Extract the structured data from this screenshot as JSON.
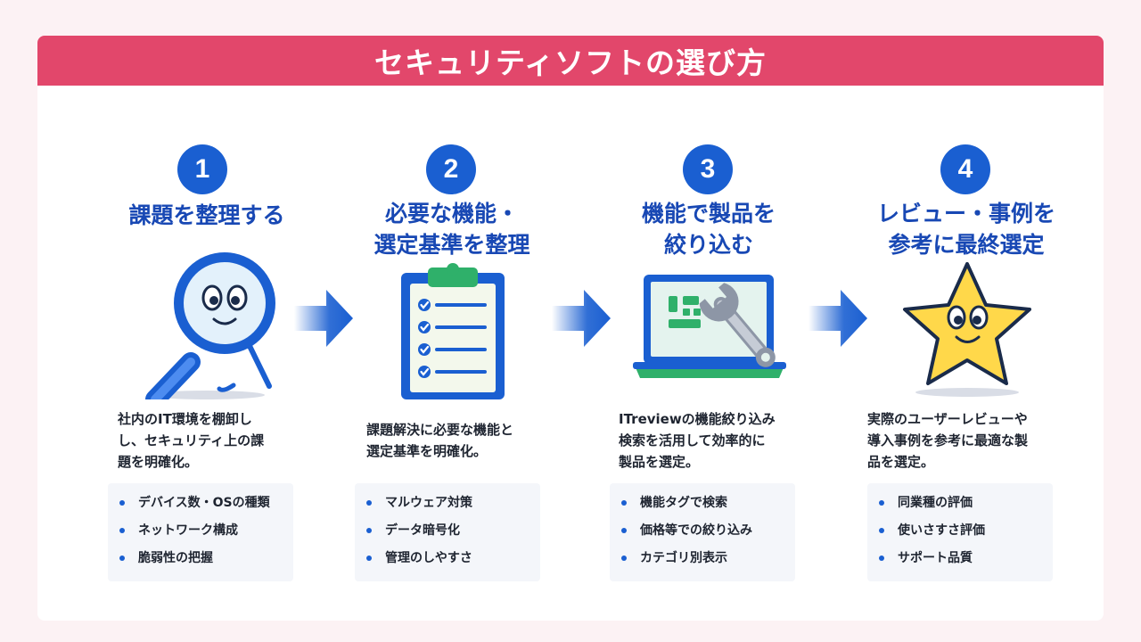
{
  "title": "セキュリティソフトの選び方",
  "colors": {
    "banner": "#e2476b",
    "accent": "#1a5fd1",
    "heading": "#1848b4"
  },
  "steps": [
    {
      "number": "1",
      "title_lines": [
        "課題を整理する"
      ],
      "icon": "magnifier-mascot-icon",
      "desc_lines": [
        "社内のIT環境を棚卸し",
        "し、セキュリティ上の課",
        "題を明確化。"
      ],
      "items": [
        "デバイス数・OSの種類",
        "ネットワーク構成",
        "脆弱性の把握"
      ]
    },
    {
      "number": "2",
      "title_lines": [
        "必要な機能・",
        "選定基準を整理"
      ],
      "icon": "clipboard-checklist-icon",
      "desc_lines": [
        "課題解決に必要な機能と",
        "選定基準を明確化。"
      ],
      "items": [
        "マルウェア対策",
        "データ暗号化",
        "管理のしやすさ"
      ]
    },
    {
      "number": "3",
      "title_lines": [
        "機能で製品を",
        "絞り込む"
      ],
      "icon": "laptop-wrench-icon",
      "desc_lines": [
        "ITreviewの機能絞り込み",
        "検索を活用して効率的に",
        "製品を選定。"
      ],
      "items": [
        "機能タグで検索",
        "価格等での絞り込み",
        "カテゴリ別表示"
      ]
    },
    {
      "number": "4",
      "title_lines": [
        "レビュー・事例を",
        "参考に最終選定"
      ],
      "icon": "star-mascot-icon",
      "desc_lines": [
        "実際のユーザーレビューや",
        "導入事例を参考に最適な製",
        "品を選定。"
      ],
      "items": [
        "同業種の評価",
        "使いさすさ評価",
        "サポート品質"
      ]
    }
  ]
}
